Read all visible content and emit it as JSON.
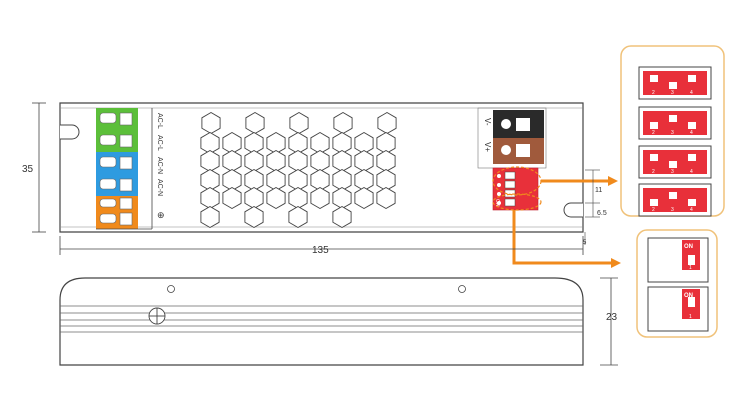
{
  "dimensions": {
    "height_body": "35",
    "length_body": "135",
    "height_profile": "23",
    "dim_11": "11",
    "dim_6_5": "6.5",
    "dim_5": "5"
  },
  "terminal_labels": [
    "AC-L",
    "AC-L",
    "AC-N",
    "AC-N",
    "⊕"
  ],
  "output_labels": {
    "neg": "V-",
    "pos": "V+"
  },
  "switch_block_label": "ON",
  "dip4_numbers": [
    "2",
    "3",
    "4"
  ],
  "dip1": {
    "on": "ON",
    "num": "1"
  },
  "colors": {
    "accent_orange": "#f08a1c",
    "panel_border": "#f0c27a",
    "dip_red": "#e8303a",
    "terminal_green": "#5cbf3a",
    "terminal_blue": "#2e9be0",
    "terminal_orange": "#f08a1c",
    "output_black": "#2a2a2a",
    "output_brown": "#a05a3c",
    "line": "#444444"
  }
}
